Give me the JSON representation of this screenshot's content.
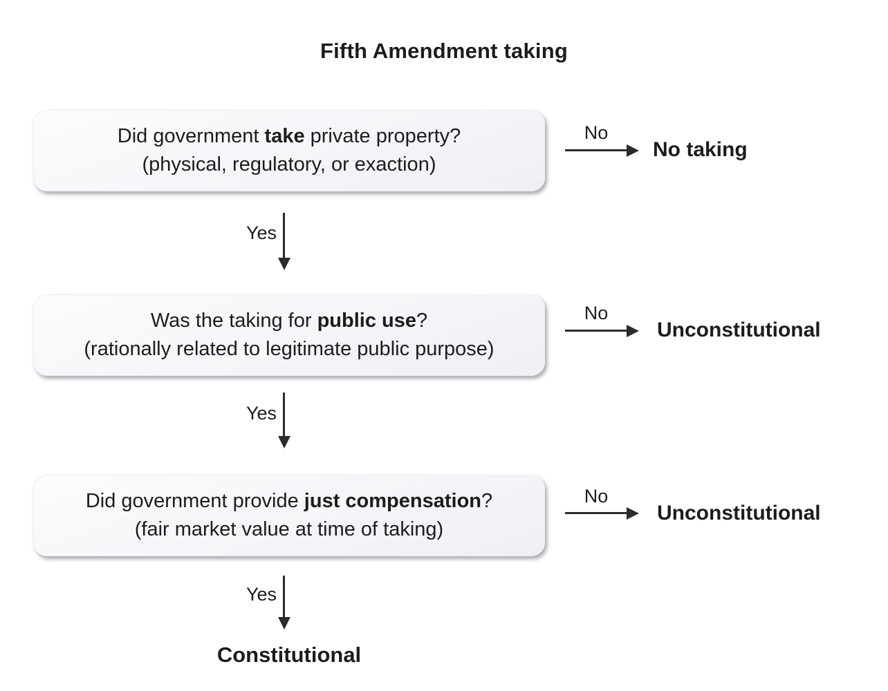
{
  "title": "Fifth Amendment taking",
  "colors": {
    "text": "#1c1c1c",
    "arrow": "#2b2b2b",
    "box_fill_top": "#fbfcfd",
    "box_fill_bottom": "#eef0f4"
  },
  "nodes": [
    {
      "id": "take",
      "question_prefix": "Did government ",
      "question_bold": "take",
      "question_suffix": " private property?",
      "subtext": "(physical, regulatory, or exaction)",
      "yes_label": "Yes",
      "no_label": "No",
      "no_result": "No taking"
    },
    {
      "id": "public-use",
      "question_prefix": "Was the taking for ",
      "question_bold": "public use",
      "question_suffix": "?",
      "subtext": "(rationally related to legitimate public purpose)",
      "yes_label": "Yes",
      "no_label": "No",
      "no_result": "Unconstitutional"
    },
    {
      "id": "just-compensation",
      "question_prefix": "Did government provide ",
      "question_bold": "just compensation",
      "question_suffix": "?",
      "subtext": "(fair market value at time of taking)",
      "yes_label": "Yes",
      "no_label": "No",
      "no_result": "Unconstitutional"
    }
  ],
  "final_result": "Constitutional"
}
